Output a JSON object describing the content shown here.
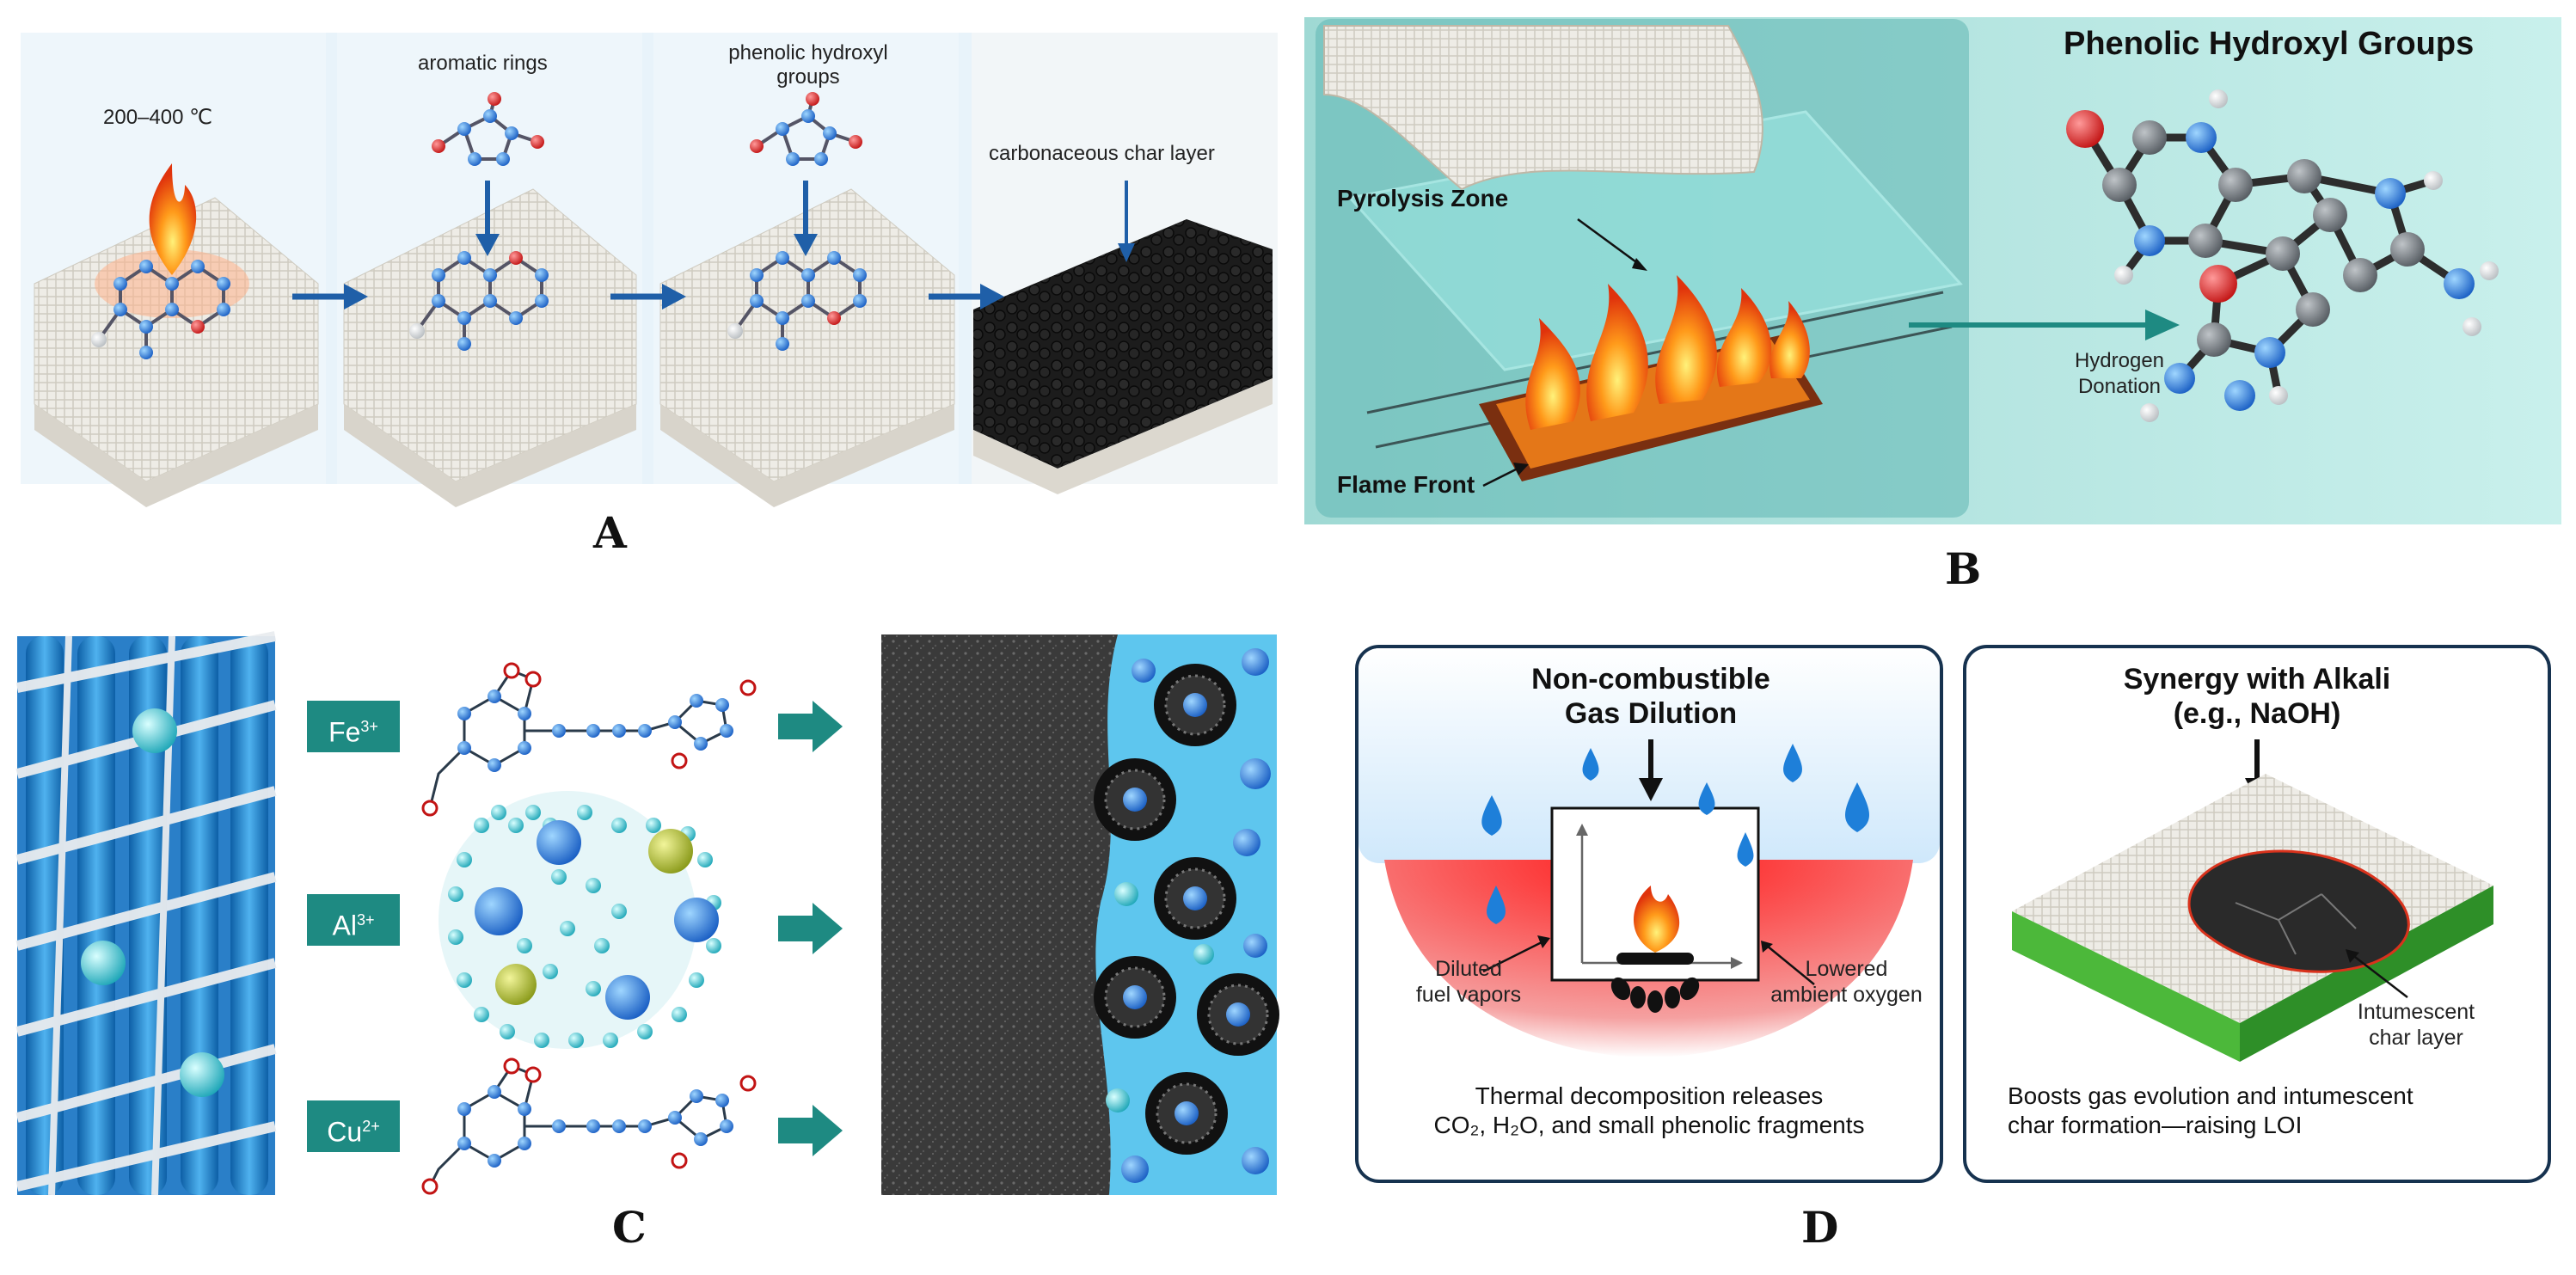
{
  "panel_a": {
    "label": "A",
    "temperature": "200–400 ℃",
    "aromatic_rings": "aromatic rings",
    "phenolic_hydroxyl_line1": "phenolic hydroxyl",
    "phenolic_hydroxyl_line2": "groups",
    "char_layer": "carbonaceous char layer"
  },
  "panel_b": {
    "label": "B",
    "title": "Phenolic Hydroxyl Groups",
    "pyrolysis_zone": "Pyrolysis Zone",
    "flame_front": "Flame Front",
    "hydrogen_line1": "Hydrogen",
    "hydrogen_line2": "Donation"
  },
  "panel_c": {
    "label": "C",
    "ions": [
      {
        "base": "Fe",
        "charge": "3+"
      },
      {
        "base": "Al",
        "charge": "3+"
      },
      {
        "base": "Cu",
        "charge": "2+"
      }
    ]
  },
  "panel_d": {
    "label": "D",
    "left_title_line1": "Non-combustible",
    "left_title_line2": "Gas Dilution",
    "diluted_line1": "Diluted",
    "diluted_line2": "fuel vapors",
    "lowered_line1": "Lowered",
    "lowered_line2": "ambient oxygen",
    "left_caption_line1": "Thermal decomposition releases",
    "left_caption_line2": "CO₂, H₂O, and small phenolic fragments",
    "right_title_line1": "Synergy with Alkali",
    "right_title_line2": "(e.g., NaOH)",
    "intumescent_line1": "Intumescent",
    "intumescent_line2": "char layer",
    "right_caption_line1": "Boosts gas evolution and intumescent",
    "right_caption_line2": "char formation—raising LOI"
  },
  "colors": {
    "arrow_blue": "#1f5fa8",
    "teal": "#1e8a82",
    "flame_red": "#e02020",
    "water_blue": "#1e7fd9"
  }
}
